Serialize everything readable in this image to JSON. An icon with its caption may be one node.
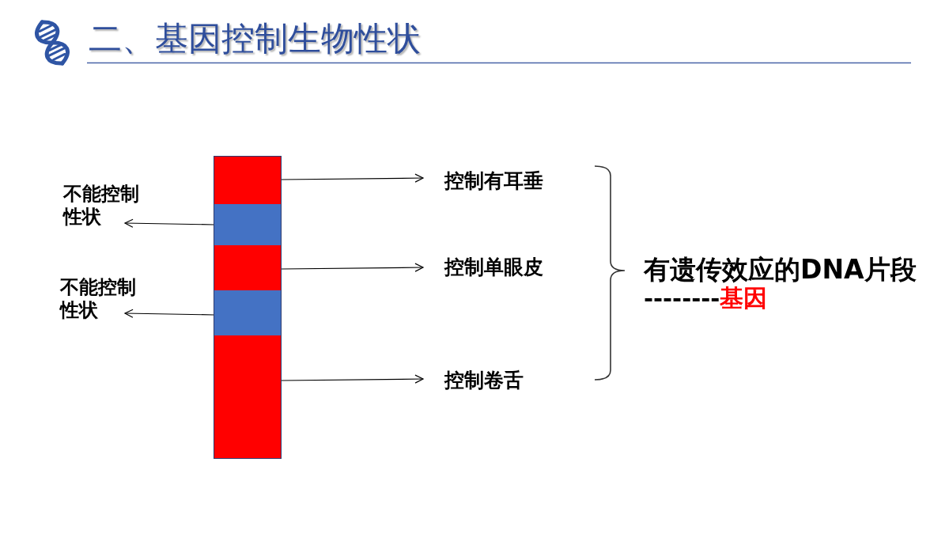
{
  "diagram": {
    "title": "二、基因控制生物性状",
    "nodes": [
      {
        "text": [
          "不能控制性状"
        ]
      },
      {
        "text": [
          "不能控制性状"
        ]
      },
      {
        "text": [],
        "shape": "box"
      },
      {
        "text": [],
        "shape": "box"
      },
      {
        "text": [],
        "shape": "box"
      },
      {
        "text": [],
        "shape": "box"
      },
      {
        "text": [],
        "shape": "box"
      },
      {
        "text": [
          "控制有耳垂"
        ]
      },
      {
        "text": [
          "控制单眼皮"
        ]
      },
      {
        "text": [
          "控制卷舌"
        ]
      }
    ],
    "edges": [
      {
        "from": 2,
        "to": 7,
        "arrow": "to"
      },
      {
        "from": 3,
        "to": 0,
        "arrow": "to"
      },
      {
        "from": 4,
        "to": 8,
        "arrow": "to"
      },
      {
        "from": 5,
        "to": 1,
        "arrow": "to"
      },
      {
        "from": 6,
        "to": 9,
        "arrow": "to"
      }
    ],
    "labels": [
      "有遗传效应的DNA片段",
      "--------",
      "基因"
    ]
  }
}
